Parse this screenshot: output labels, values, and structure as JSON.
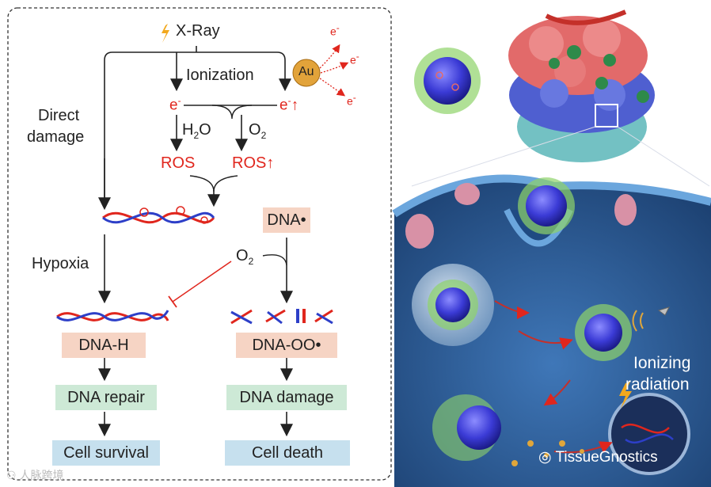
{
  "left": {
    "xray": "X-Ray",
    "ionization": "Ionization",
    "au": "Au",
    "e_small": "e",
    "e_minus": "-",
    "e_up": "↑",
    "h2o_h": "H",
    "h2o_2": "2",
    "h2o_o": "O",
    "o2_o": "O",
    "o2_2": "2",
    "ros": "ROS",
    "ros_up": "ROS↑",
    "direct_damage_1": "Direct",
    "direct_damage_2": "damage",
    "hypoxia": "Hypoxia",
    "dna_radical": "DNA•",
    "dna_h": "DNA-H",
    "dna_oo": "DNA-OO•",
    "dna_repair": "DNA repair",
    "dna_damage": "DNA damage",
    "cell_survival": "Cell survival",
    "cell_death": "Cell death"
  },
  "right": {
    "ionizing_1": "Ionizing",
    "ionizing_2": "radiation",
    "watermark": "TissueGnostics"
  },
  "footer": {
    "watermark_cn": "人脉跨境"
  },
  "colors": {
    "red": "#e0261d",
    "pink_box": "#f6d4c4",
    "green_box": "#cde9d6",
    "blue_box": "#c6e0ee",
    "cell_blue": "#2d5d9c",
    "gold": "#e0a63a"
  }
}
